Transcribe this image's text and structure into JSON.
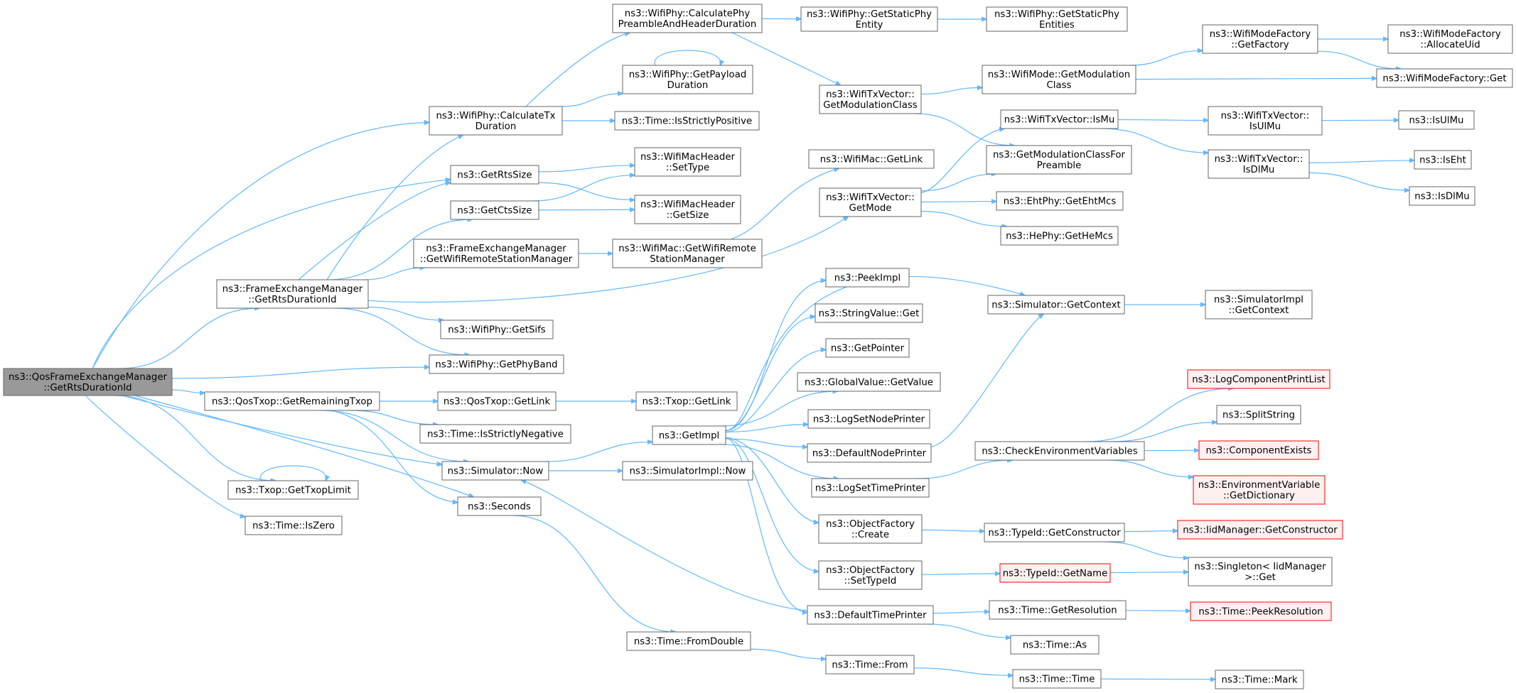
{
  "colors": {
    "edge": "#63b8ff",
    "root_fill": "#999999",
    "node_stroke": "#666666",
    "red_stroke": "#ff0000",
    "red_fill": "#fff0f0"
  },
  "nodes": [
    {
      "id": "root",
      "lines": [
        "ns3::QosFrameExchangeManager",
        "::GetRtsDurationId"
      ],
      "style": "root"
    },
    {
      "id": "wp_calcpre",
      "lines": [
        "ns3::WifiPhy::CalculatePhy",
        "PreambleAndHeaderDuration"
      ]
    },
    {
      "id": "wp_gsp_entity",
      "lines": [
        "ns3::WifiPhy::GetStaticPhy",
        "Entity"
      ]
    },
    {
      "id": "wp_gsp_entities",
      "lines": [
        "ns3::WifiPhy::GetStaticPhy",
        "Entities"
      ]
    },
    {
      "id": "wmf_getfactory",
      "lines": [
        "ns3::WifiModeFactory",
        "::GetFactory"
      ]
    },
    {
      "id": "wmf_alloc",
      "lines": [
        "ns3::WifiModeFactory",
        "::AllocateUid"
      ]
    },
    {
      "id": "wmf_get",
      "lines": [
        "ns3::WifiModeFactory::Get"
      ]
    },
    {
      "id": "wm_getmodclass",
      "lines": [
        "ns3::WifiMode::GetModulation",
        "Class"
      ]
    },
    {
      "id": "wtv_getmodclass",
      "lines": [
        "ns3::WifiTxVector::",
        "GetModulationClass"
      ]
    },
    {
      "id": "wp_getpayload",
      "lines": [
        "ns3::WifiPhy::GetPayload",
        "Duration"
      ]
    },
    {
      "id": "wp_calctx",
      "lines": [
        "ns3::WifiPhy::CalculateTx",
        "Duration"
      ]
    },
    {
      "id": "time_isstrictpos",
      "lines": [
        "ns3::Time::IsStrictlyPositive"
      ]
    },
    {
      "id": "wtv_ismu",
      "lines": [
        "ns3::WifiTxVector::IsMu"
      ]
    },
    {
      "id": "wtv_isulmu",
      "lines": [
        "ns3::WifiTxVector::",
        "IsUlMu"
      ]
    },
    {
      "id": "isulmu",
      "lines": [
        "ns3::IsUlMu"
      ]
    },
    {
      "id": "getrtssize",
      "lines": [
        "ns3::GetRtsSize"
      ]
    },
    {
      "id": "wmh_settype",
      "lines": [
        "ns3::WifiMacHeader",
        "::SetType"
      ]
    },
    {
      "id": "wmac_getlink",
      "lines": [
        "ns3::WifiMac::GetLink"
      ]
    },
    {
      "id": "getmodclassforpre",
      "lines": [
        "ns3::GetModulationClassFor",
        "Preamble"
      ]
    },
    {
      "id": "wtv_isdlmu",
      "lines": [
        "ns3::WifiTxVector::",
        "IsDlMu"
      ]
    },
    {
      "id": "iseht",
      "lines": [
        "ns3::IsEht"
      ]
    },
    {
      "id": "isdlmu",
      "lines": [
        "ns3::IsDlMu"
      ]
    },
    {
      "id": "getctssize",
      "lines": [
        "ns3::GetCtsSize"
      ]
    },
    {
      "id": "wmh_getsize",
      "lines": [
        "ns3::WifiMacHeader",
        "::GetSize"
      ]
    },
    {
      "id": "wtv_getmode",
      "lines": [
        "ns3::WifiTxVector::",
        "GetMode"
      ]
    },
    {
      "id": "eht_getmcs",
      "lines": [
        "ns3::EhtPhy::GetEhtMcs"
      ]
    },
    {
      "id": "he_getmcs",
      "lines": [
        "ns3::HePhy::GetHeMcs"
      ]
    },
    {
      "id": "fem_getwrsm",
      "lines": [
        "ns3::FrameExchangeManager",
        "::GetWifiRemoteStationManager"
      ]
    },
    {
      "id": "wmac_getwrsm",
      "lines": [
        "ns3::WifiMac::GetWifiRemote",
        "StationManager"
      ]
    },
    {
      "id": "peekimpl",
      "lines": [
        "ns3::PeekImpl"
      ]
    },
    {
      "id": "fem_getrts",
      "lines": [
        "ns3::FrameExchangeManager",
        "::GetRtsDurationId"
      ]
    },
    {
      "id": "sim_getcontext",
      "lines": [
        "ns3::Simulator::GetContext"
      ]
    },
    {
      "id": "simimpl_getcontext",
      "lines": [
        "ns3::SimulatorImpl",
        "::GetContext"
      ]
    },
    {
      "id": "stringvalue_get",
      "lines": [
        "ns3::StringValue::Get"
      ]
    },
    {
      "id": "wp_getsifs",
      "lines": [
        "ns3::WifiPhy::GetSifs"
      ]
    },
    {
      "id": "getpointer",
      "lines": [
        "ns3::GetPointer"
      ]
    },
    {
      "id": "wp_getphyband",
      "lines": [
        "ns3::WifiPhy::GetPhyBand"
      ]
    },
    {
      "id": "logcomp_printlist",
      "lines": [
        "ns3::LogComponentPrintList"
      ],
      "style": "red"
    },
    {
      "id": "gv_getvalue",
      "lines": [
        "ns3::GlobalValue::GetValue"
      ]
    },
    {
      "id": "qostxop_getremaining",
      "lines": [
        "ns3::QosTxop::GetRemainingTxop"
      ]
    },
    {
      "id": "qostxop_getlink",
      "lines": [
        "ns3::QosTxop::GetLink"
      ]
    },
    {
      "id": "txop_getlink",
      "lines": [
        "ns3::Txop::GetLink"
      ]
    },
    {
      "id": "splitstring",
      "lines": [
        "ns3::SplitString"
      ]
    },
    {
      "id": "logsetnodeprinter",
      "lines": [
        "ns3::LogSetNodePrinter"
      ]
    },
    {
      "id": "time_isstrictneg",
      "lines": [
        "ns3::Time::IsStrictlyNegative"
      ]
    },
    {
      "id": "getimpl",
      "lines": [
        "ns3::GetImpl"
      ]
    },
    {
      "id": "defaultnodeprinter",
      "lines": [
        "ns3::DefaultNodePrinter"
      ]
    },
    {
      "id": "checkenv",
      "lines": [
        "ns3::CheckEnvironmentVariables"
      ]
    },
    {
      "id": "componentexists",
      "lines": [
        "ns3::ComponentExists"
      ],
      "style": "red"
    },
    {
      "id": "sim_now",
      "lines": [
        "ns3::Simulator::Now"
      ]
    },
    {
      "id": "simimpl_now",
      "lines": [
        "ns3::SimulatorImpl::Now"
      ]
    },
    {
      "id": "envvar_getdict",
      "lines": [
        "ns3::EnvironmentVariable",
        "::GetDictionary"
      ],
      "style": "red"
    },
    {
      "id": "txop_getlimit",
      "lines": [
        "ns3::Txop::GetTxopLimit"
      ]
    },
    {
      "id": "logsettimeprinter",
      "lines": [
        "ns3::LogSetTimePrinter"
      ]
    },
    {
      "id": "seconds",
      "lines": [
        "ns3::Seconds"
      ]
    },
    {
      "id": "time_iszero",
      "lines": [
        "ns3::Time::IsZero"
      ]
    },
    {
      "id": "of_create",
      "lines": [
        "ns3::ObjectFactory",
        "::Create"
      ]
    },
    {
      "id": "typeid_getconstructor",
      "lines": [
        "ns3::TypeId::GetConstructor"
      ]
    },
    {
      "id": "iidmgr_getconstructor",
      "lines": [
        "ns3::IidManager::GetConstructor"
      ],
      "style": "red"
    },
    {
      "id": "singleton_get",
      "lines": [
        "ns3::Singleton< IidManager",
        ">::Get"
      ]
    },
    {
      "id": "of_settypeid",
      "lines": [
        "ns3::ObjectFactory",
        "::SetTypeId"
      ]
    },
    {
      "id": "typeid_getname",
      "lines": [
        "ns3::TypeId::GetName"
      ],
      "style": "red"
    },
    {
      "id": "defaulttimeprinter",
      "lines": [
        "ns3::DefaultTimePrinter"
      ]
    },
    {
      "id": "time_getresolution",
      "lines": [
        "ns3::Time::GetResolution"
      ]
    },
    {
      "id": "time_peekresolution",
      "lines": [
        "ns3::Time::PeekResolution"
      ],
      "style": "red"
    },
    {
      "id": "time_as",
      "lines": [
        "ns3::Time::As"
      ]
    },
    {
      "id": "time_fromdouble",
      "lines": [
        "ns3::Time::FromDouble"
      ]
    },
    {
      "id": "time_from",
      "lines": [
        "ns3::Time::From"
      ]
    },
    {
      "id": "time_time",
      "lines": [
        "ns3::Time::Time"
      ]
    },
    {
      "id": "time_mark",
      "lines": [
        "ns3::Time::Mark"
      ]
    }
  ]
}
